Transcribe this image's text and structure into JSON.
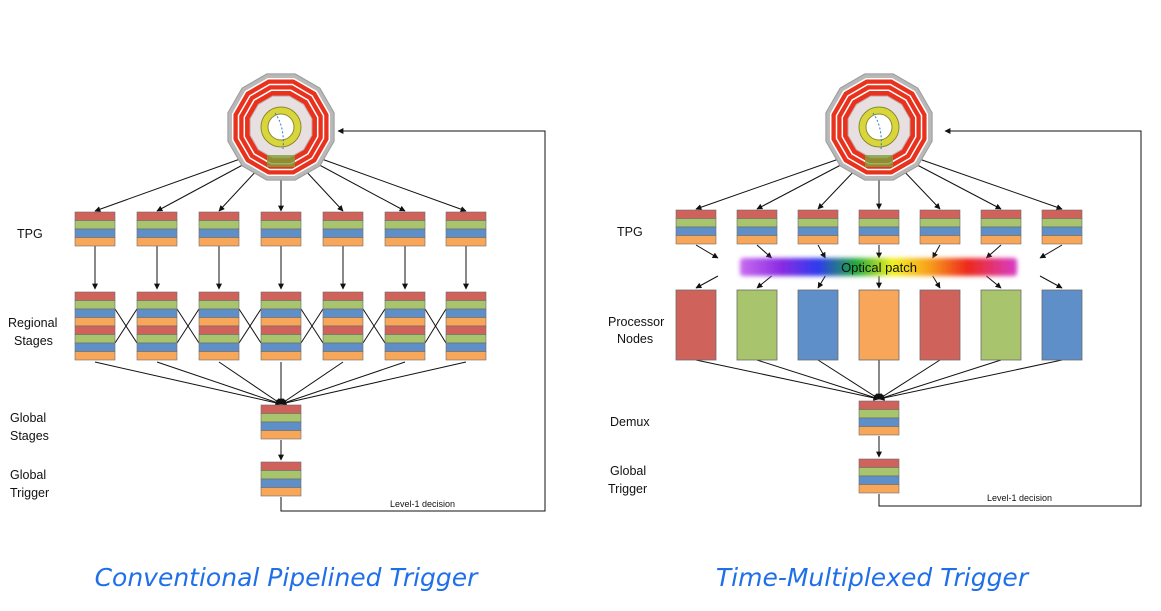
{
  "left": {
    "labels": {
      "tpg": "TPG",
      "regional_1": "Regional",
      "regional_2": "Stages",
      "global_stages_1": "Global",
      "global_stages_2": "Stages",
      "global_trigger_1": "Global",
      "global_trigger_2": "Trigger"
    },
    "decision": "Level-1 decision",
    "caption": "Conventional Pipelined Trigger"
  },
  "right": {
    "labels": {
      "tpg": "TPG",
      "processor_1": "Processor",
      "processor_2": "Nodes",
      "demux": "Demux",
      "global_trigger_1": "Global",
      "global_trigger_2": "Trigger"
    },
    "optical_patch": "Optical patch",
    "decision": "Level-1 decision",
    "caption": "Time-Multiplexed Trigger"
  },
  "colors": {
    "red": "#d0625c",
    "green": "#a8c46c",
    "blue": "#5e8fc9",
    "orange": "#f7a65a",
    "caption": "#1f6fe8",
    "detector_red": "#e8321e",
    "detector_yellow": "#d9d63c"
  },
  "processor_node_colors": [
    "red",
    "green",
    "blue",
    "orange",
    "red",
    "green",
    "blue"
  ],
  "stack_colors": [
    "red",
    "green",
    "blue",
    "orange"
  ],
  "icons": [
    "detector-icon"
  ]
}
